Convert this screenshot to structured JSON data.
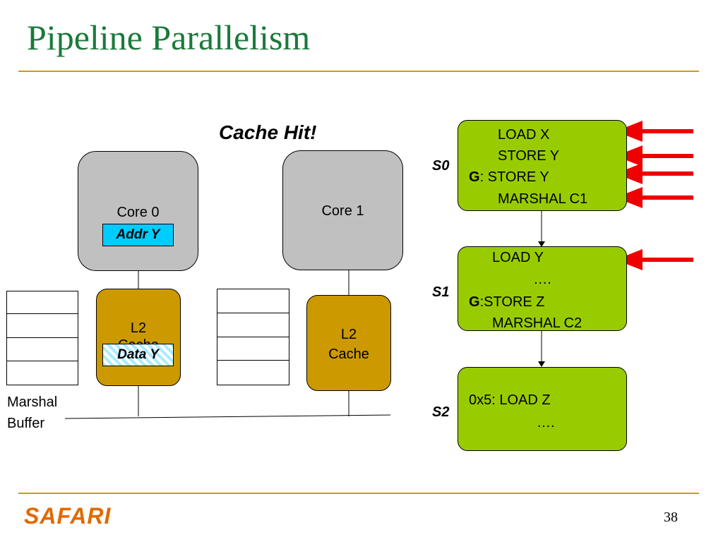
{
  "slide": {
    "title": "Pipeline Parallelism",
    "status": "Cache Hit!",
    "footer_logo": "SAFARI",
    "page_number": "38"
  },
  "cores": [
    {
      "label": "Core 0",
      "tag": "Addr Y"
    },
    {
      "label": "Core 1"
    }
  ],
  "caches": [
    {
      "label_line1": "L2",
      "label_line2": "Cache",
      "tag": "Data Y"
    },
    {
      "label_line1": "L2",
      "label_line2": "Cache"
    }
  ],
  "marshal_buffer": {
    "line1": "Marshal",
    "line2": "Buffer"
  },
  "stages": [
    {
      "name": "S0",
      "lines": [
        "LOAD X",
        "STORE Y",
        ": STORE Y",
        "MARSHAL C1"
      ],
      "g_marker": "G"
    },
    {
      "name": "S1",
      "lines": [
        "LOAD Y",
        "….",
        ":STORE Z",
        "MARSHAL C2"
      ],
      "g_marker": "G"
    },
    {
      "name": "S2",
      "lines": [
        "0x5: LOAD Z",
        "…."
      ]
    }
  ],
  "colors": {
    "title": "#1a7a3a",
    "rule": "#c8a000",
    "core": "#c0c0c0",
    "cache": "#cc9900",
    "stage": "#99cc00",
    "addr_tag": "#00ccff",
    "arrow": "#ee0000",
    "logo": "#e06a00"
  }
}
